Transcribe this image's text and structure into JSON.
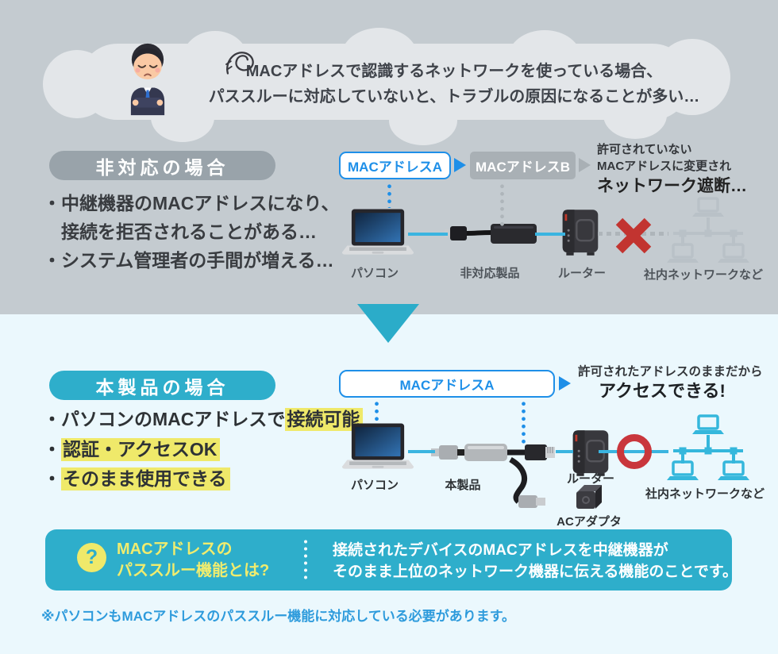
{
  "bubble": {
    "line1": "MACアドレスで認識するネットワークを使っている場合、",
    "line2": "パススルーに対応していないと、トラブルの原因になることが多い…"
  },
  "bad_case": {
    "badge": "非対応の場合",
    "bullets": {
      "line1": "・中継機器のMACアドレスになり、",
      "line2": "接続を拒否されることがある…",
      "line3": "・システム管理者の手間が増える…"
    },
    "mac_from": "MACアドレスA",
    "mac_to": "MACアドレスB",
    "result": {
      "line1": "許可されていない",
      "line2": "MACアドレスに変更され",
      "bold": "ネットワーク遮断…"
    },
    "labels": {
      "pc": "パソコン",
      "adapter": "非対応製品",
      "router": "ルーター",
      "network": "社内ネットワークなど"
    }
  },
  "good_case": {
    "badge": "本製品の場合",
    "bullets": [
      {
        "prefix": "・パソコンのMACアドレスで",
        "highlight": "接続可能"
      },
      {
        "prefix": "・",
        "highlight": "認証・アクセスOK"
      },
      {
        "prefix": "・",
        "highlight": "そのまま使用できる"
      }
    ],
    "mac": "MACアドレスA",
    "result": {
      "line1": "許可されたアドレスのままだから",
      "bold": "アクセスできる!"
    },
    "labels": {
      "pc": "パソコン",
      "product": "本製品",
      "router": "ルーター",
      "ac_adapter": "ACアダプタ",
      "network": "社内ネットワークなど"
    }
  },
  "info_box": {
    "icon": "?",
    "title_line1": "MACアドレスの",
    "title_line2": "パススルー機能とは?",
    "desc_line1": "接続されたデバイスのMACアドレスを中継機器が",
    "desc_line2": "そのまま上位のネットワーク機器に伝える機能のことです。"
  },
  "note": "※パソコンもMACアドレスのパススルー機能に対応している必要があります。",
  "colors": {
    "section_gray": "#C4CBD0",
    "section_light": "#EBF8FD",
    "accent_cyan": "#2EAECB",
    "accent_blue": "#1E8FE8",
    "highlight_yellow": "#EFE96A",
    "alert_red": "#C23430",
    "line_cyan": "#3AB4E0"
  }
}
